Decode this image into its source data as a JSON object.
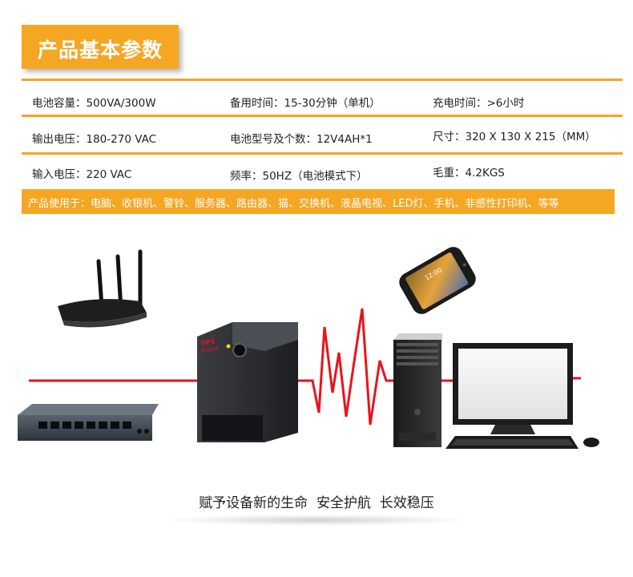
{
  "title": "产品基本参数",
  "specs": {
    "capacity": "电池容量：500VA/300W",
    "backup_time": "备用时间：15-30分钟（单机）",
    "charge_time": "充电时间：>6小时",
    "output_voltage": "输出电压：180-270 VAC",
    "battery_model": "电池型号及个数：12V4AH*1",
    "size": "尺寸：320 X 130 X 215（MM）",
    "input_voltage": "输入电压：220 VAC",
    "frequency": "频率：50HZ（电池模式下）",
    "gross_weight": "毛重：4.2KGS"
  },
  "usage": "产品使用于：电脑、收银机、警铃、服务器、路由器、猫、交换机、液晶电视、LED灯、手机、非感性打印机、等等",
  "ups_label": {
    "top": "UPS",
    "bottom": "POWER"
  },
  "phone_time": "12:00",
  "slogan": "赋予设备新的生命  安全护航  长效稳压",
  "colors": {
    "accent": "#f5a623",
    "power_line": "#e8141b"
  }
}
